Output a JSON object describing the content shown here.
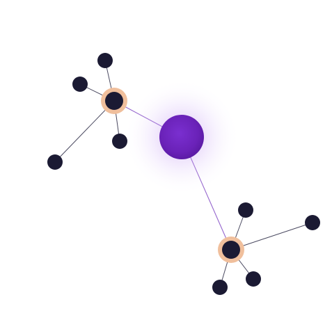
{
  "colors": {
    "background": "#ffffff",
    "hub_fill": "#6a22b8",
    "hub_glow": "#b98af0",
    "leaf_fill": "#1b1a33",
    "ring_fill": "#f0bf9c",
    "link_hub_hub": "#8a55c8",
    "link_hub_leaf": "#2b2a45"
  },
  "graph": {
    "nodes": [
      {
        "id": "center",
        "role": "primary-hub"
      },
      {
        "id": "hub-a",
        "role": "secondary-hub"
      },
      {
        "id": "hub-b",
        "role": "secondary-hub"
      },
      {
        "id": "a1",
        "role": "leaf"
      },
      {
        "id": "a2",
        "role": "leaf"
      },
      {
        "id": "a3",
        "role": "leaf"
      },
      {
        "id": "a4",
        "role": "leaf"
      },
      {
        "id": "b1",
        "role": "leaf"
      },
      {
        "id": "b2",
        "role": "leaf"
      },
      {
        "id": "b3",
        "role": "leaf"
      },
      {
        "id": "b4",
        "role": "leaf"
      }
    ],
    "edges": [
      [
        "center",
        "hub-a"
      ],
      [
        "center",
        "hub-b"
      ],
      [
        "hub-a",
        "a1"
      ],
      [
        "hub-a",
        "a2"
      ],
      [
        "hub-a",
        "a3"
      ],
      [
        "hub-a",
        "a4"
      ],
      [
        "hub-b",
        "b1"
      ],
      [
        "hub-b",
        "b2"
      ],
      [
        "hub-b",
        "b3"
      ],
      [
        "hub-b",
        "b4"
      ]
    ]
  }
}
